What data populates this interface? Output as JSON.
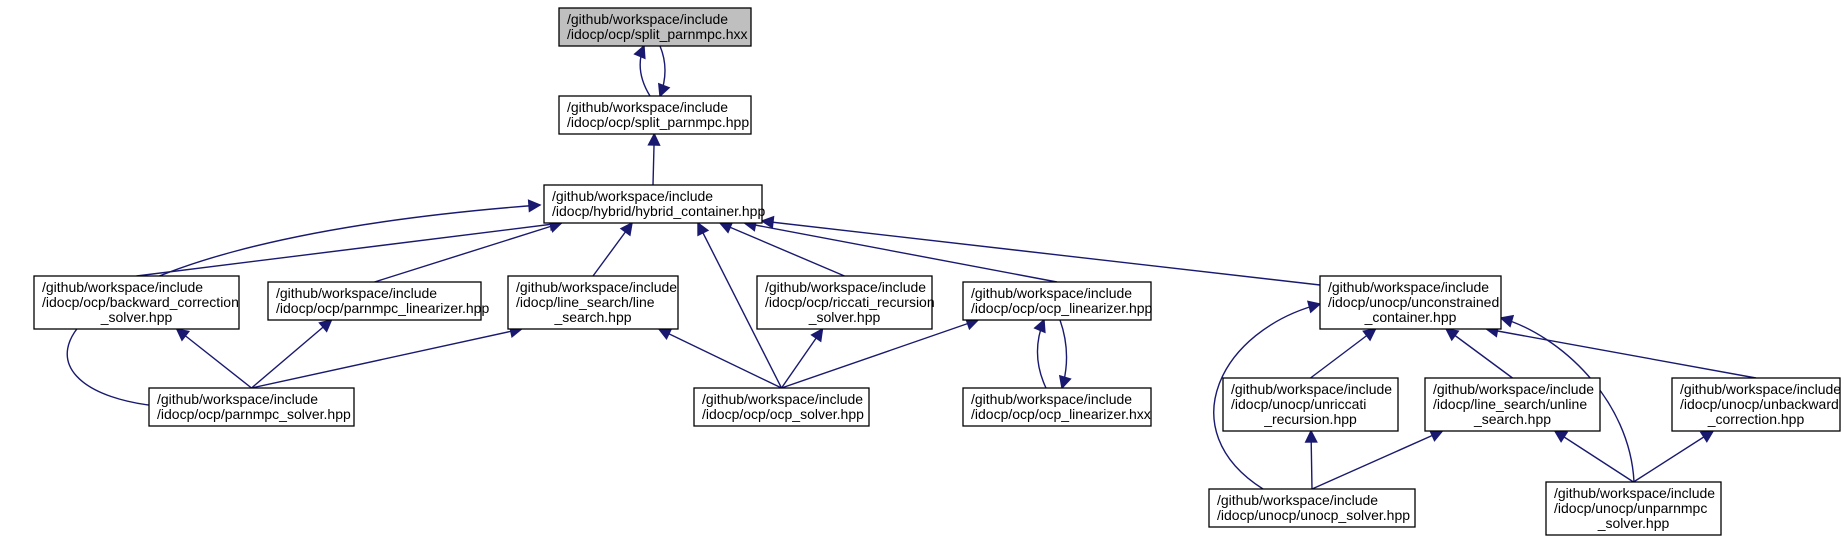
{
  "colors": {
    "edge": "#191970",
    "node_border": "#000000",
    "node_fill": "#ffffff",
    "highlight_fill": "#bfbfbf"
  },
  "nodes": [
    {
      "id": "split_parnmpc_hxx",
      "lines": [
        "/github/workspace/include",
        "/idocp/ocp/split_parnmpc.hxx"
      ],
      "highlighted": true
    },
    {
      "id": "split_parnmpc_hpp",
      "lines": [
        "/github/workspace/include",
        "/idocp/ocp/split_parnmpc.hpp"
      ]
    },
    {
      "id": "hybrid_container",
      "lines": [
        "/github/workspace/include",
        "/idocp/hybrid/hybrid_container.hpp"
      ]
    },
    {
      "id": "backward_correction_solver",
      "lines": [
        "/github/workspace/include",
        "/idocp/ocp/backward_correction",
        "_solver.hpp"
      ]
    },
    {
      "id": "parnmpc_linearizer",
      "lines": [
        "/github/workspace/include",
        "/idocp/ocp/parnmpc_linearizer.hpp"
      ]
    },
    {
      "id": "line_search",
      "lines": [
        "/github/workspace/include",
        "/idocp/line_search/line",
        "_search.hpp"
      ]
    },
    {
      "id": "riccati_recursion_solver",
      "lines": [
        "/github/workspace/include",
        "/idocp/ocp/riccati_recursion",
        "_solver.hpp"
      ]
    },
    {
      "id": "ocp_linearizer_hpp",
      "lines": [
        "/github/workspace/include",
        "/idocp/ocp/ocp_linearizer.hpp"
      ]
    },
    {
      "id": "unconstrained_container",
      "lines": [
        "/github/workspace/include",
        "/idocp/unocp/unconstrained",
        "_container.hpp"
      ]
    },
    {
      "id": "parnmpc_solver",
      "lines": [
        "/github/workspace/include",
        "/idocp/ocp/parnmpc_solver.hpp"
      ]
    },
    {
      "id": "ocp_solver",
      "lines": [
        "/github/workspace/include",
        "/idocp/ocp/ocp_solver.hpp"
      ]
    },
    {
      "id": "ocp_linearizer_hxx",
      "lines": [
        "/github/workspace/include",
        "/idocp/ocp/ocp_linearizer.hxx"
      ]
    },
    {
      "id": "unriccati_recursion",
      "lines": [
        "/github/workspace/include",
        "/idocp/unocp/unriccati",
        "_recursion.hpp"
      ]
    },
    {
      "id": "unline_search",
      "lines": [
        "/github/workspace/include",
        "/idocp/line_search/unline",
        "_search.hpp"
      ]
    },
    {
      "id": "unbackward_correction",
      "lines": [
        "/github/workspace/include",
        "/idocp/unocp/unbackward",
        "_correction.hpp"
      ]
    },
    {
      "id": "unocp_solver",
      "lines": [
        "/github/workspace/include",
        "/idocp/unocp/unocp_solver.hpp"
      ]
    },
    {
      "id": "unparnmpc_solver",
      "lines": [
        "/github/workspace/include",
        "/idocp/unocp/unparnmpc",
        "_solver.hpp"
      ]
    }
  ],
  "edges": [
    {
      "from": "split_parnmpc_hpp",
      "to": "split_parnmpc_hxx"
    },
    {
      "from": "split_parnmpc_hxx",
      "to": "split_parnmpc_hpp"
    },
    {
      "from": "hybrid_container",
      "to": "split_parnmpc_hpp"
    },
    {
      "from": "parnmpc_solver",
      "to": "hybrid_container"
    },
    {
      "from": "backward_correction_solver",
      "to": "hybrid_container"
    },
    {
      "from": "parnmpc_linearizer",
      "to": "hybrid_container"
    },
    {
      "from": "line_search",
      "to": "hybrid_container"
    },
    {
      "from": "ocp_solver",
      "to": "hybrid_container"
    },
    {
      "from": "riccati_recursion_solver",
      "to": "hybrid_container"
    },
    {
      "from": "ocp_linearizer_hpp",
      "to": "hybrid_container"
    },
    {
      "from": "unconstrained_container",
      "to": "hybrid_container"
    },
    {
      "from": "parnmpc_solver",
      "to": "backward_correction_solver"
    },
    {
      "from": "parnmpc_solver",
      "to": "parnmpc_linearizer"
    },
    {
      "from": "parnmpc_solver",
      "to": "line_search"
    },
    {
      "from": "ocp_solver",
      "to": "line_search"
    },
    {
      "from": "ocp_solver",
      "to": "riccati_recursion_solver"
    },
    {
      "from": "ocp_solver",
      "to": "ocp_linearizer_hpp"
    },
    {
      "from": "ocp_linearizer_hxx",
      "to": "ocp_linearizer_hpp"
    },
    {
      "from": "ocp_linearizer_hpp",
      "to": "ocp_linearizer_hxx"
    },
    {
      "from": "unocp_solver",
      "to": "unconstrained_container"
    },
    {
      "from": "unriccati_recursion",
      "to": "unconstrained_container"
    },
    {
      "from": "unline_search",
      "to": "unconstrained_container"
    },
    {
      "from": "unparnmpc_solver",
      "to": "unconstrained_container"
    },
    {
      "from": "unbackward_correction",
      "to": "unconstrained_container"
    },
    {
      "from": "unocp_solver",
      "to": "unriccati_recursion"
    },
    {
      "from": "unocp_solver",
      "to": "unline_search"
    },
    {
      "from": "unparnmpc_solver",
      "to": "unline_search"
    },
    {
      "from": "unparnmpc_solver",
      "to": "unbackward_correction"
    }
  ]
}
